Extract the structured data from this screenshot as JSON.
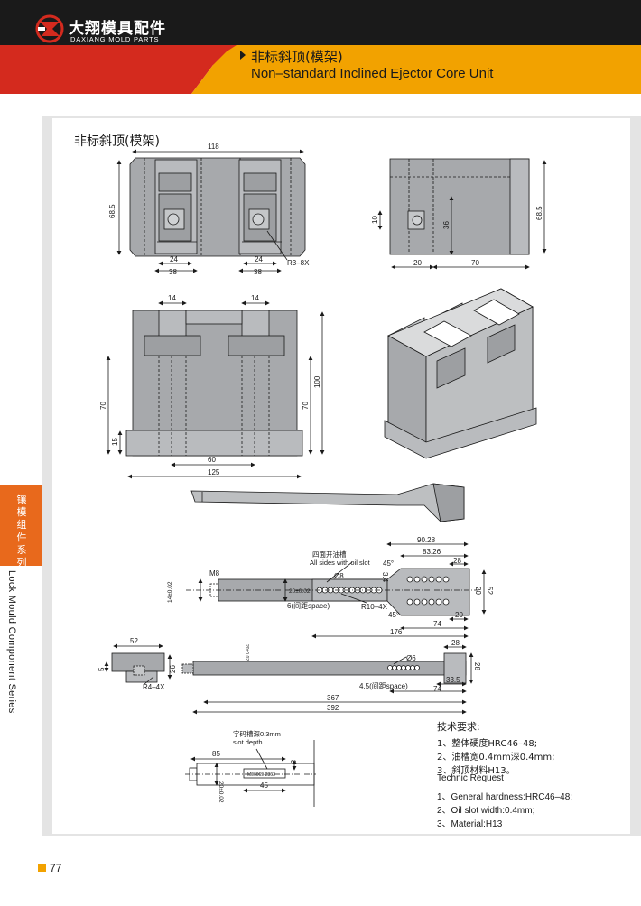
{
  "brand": {
    "name_cn": "大翔模具配件",
    "name_en": "DAXIANG MOLD PARTS",
    "colors": {
      "black": "#1a1a1a",
      "red": "#d42a1e",
      "yellow": "#f2a200",
      "orange": "#e8691c"
    }
  },
  "header": {
    "title_cn": "非标斜顶(模架)",
    "title_en": "Non–standard Inclined Ejector Core Unit"
  },
  "section": {
    "title": "非标斜顶(模架)"
  },
  "side_tab": {
    "label_cn": "镶模组件系列",
    "label_en": "Lock Mould Component Series"
  },
  "drawing": {
    "top_view": {
      "width": "118",
      "height": "68.5",
      "slot_w1": "24",
      "slot_w2": "38",
      "slot_w3": "24",
      "slot_w4": "38",
      "radius": "R3–8X"
    },
    "side_view": {
      "d10": "10",
      "d36": "36",
      "d68": "68.5",
      "d20": "20",
      "d70": "70"
    },
    "front_view": {
      "top1": "14",
      "top2": "14",
      "h70a": "70",
      "h15": "15",
      "h70b": "70",
      "h100": "100",
      "w60": "60",
      "w125": "125"
    },
    "rod": {
      "oil_slot_cn": "四面开油槽",
      "oil_slot_en": "All sides with oil slot",
      "m8": "M8",
      "d14": "14±0.02",
      "d20": "20±0.02",
      "phi8": "Ø8",
      "d45a": "45°",
      "d34": "3.4",
      "r10": "R10–4X",
      "d45b": "45°",
      "space6": "6(间距space)",
      "d90": "90.28",
      "d83": "83.26",
      "d28": "28",
      "d20b": "20",
      "d52": "52",
      "d20c": "20",
      "d74": "74",
      "d176": "176"
    },
    "rod2": {
      "d52": "52",
      "d5": "5",
      "d26": "26",
      "r4": "R4–4X",
      "label_small": "20±0.02",
      "phi6": "Ø6",
      "d28": "28",
      "d28b": "28",
      "space45": "4.5(间距space)",
      "d33": "33.5",
      "d74": "74",
      "d367": "367",
      "d392": "392"
    },
    "detail": {
      "slot_cn": "字码槽深0.3mm",
      "slot_en": "slot depth",
      "d85": "85",
      "d8": "8",
      "code": "M06069-2363",
      "d45": "45",
      "d20": "20±0.02"
    }
  },
  "requirements": {
    "title_cn": "技术要求:",
    "lines_cn": [
      "1、整体硬度HRC46–48;",
      "2、油槽宽0.4mm深0.4mm;",
      "3、斜顶材料H13。"
    ],
    "title_en": "Technic Request",
    "lines_en": [
      "1、General hardness:HRC46–48;",
      "2、Oil slot width:0.4mm;",
      "3、Material:H13"
    ]
  },
  "page": {
    "number": "77"
  }
}
